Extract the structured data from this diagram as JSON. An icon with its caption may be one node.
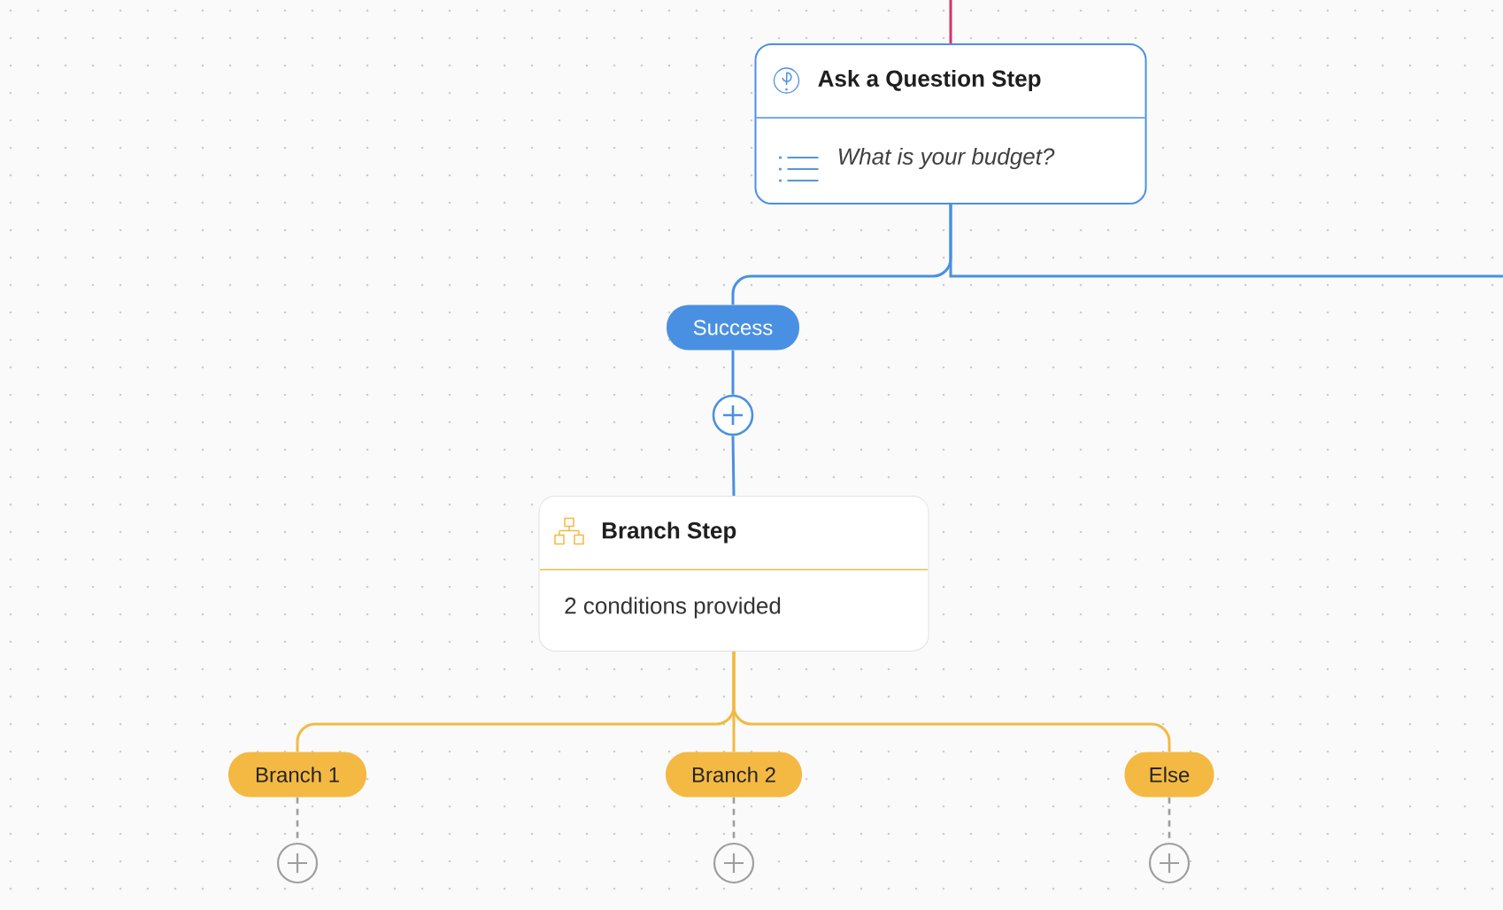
{
  "diagram": {
    "nodes": [
      {
        "text": [
          "Ask a Question Step",
          "What is your budget?"
        ]
      },
      {
        "text": [
          "Success"
        ]
      },
      {
        "text": [],
        "shape": "circle"
      },
      {
        "text": [
          "Branch Step",
          "2 conditions provided"
        ]
      },
      {
        "text": [
          "Branch 1"
        ]
      },
      {
        "text": [
          "Branch 2"
        ]
      },
      {
        "text": [
          "Else"
        ]
      },
      {
        "text": [],
        "shape": "circle"
      },
      {
        "text": [],
        "shape": "circle"
      },
      {
        "text": [],
        "shape": "circle"
      }
    ],
    "edges": [
      {
        "from": null,
        "to": 0,
        "arrow": "none",
        "color": "#d6336c"
      },
      {
        "from": 0,
        "to": 1,
        "arrow": "none"
      },
      {
        "from": 0,
        "to": null,
        "arrow": "none"
      },
      {
        "from": 1,
        "to": 2,
        "arrow": "none"
      },
      {
        "from": 2,
        "to": 3,
        "arrow": "none"
      },
      {
        "from": 3,
        "to": 4,
        "arrow": "none",
        "color": "#f4b942"
      },
      {
        "from": 3,
        "to": 5,
        "arrow": "none",
        "color": "#f4b942"
      },
      {
        "from": 3,
        "to": 6,
        "arrow": "none",
        "color": "#f4b942"
      },
      {
        "from": 4,
        "to": 7,
        "arrow": "none",
        "style": "dashed",
        "color": "#9e9e9e"
      },
      {
        "from": 5,
        "to": 8,
        "arrow": "none",
        "style": "dashed",
        "color": "#9e9e9e"
      },
      {
        "from": 6,
        "to": 9,
        "arrow": "none",
        "style": "dashed",
        "color": "#9e9e9e"
      }
    ]
  }
}
